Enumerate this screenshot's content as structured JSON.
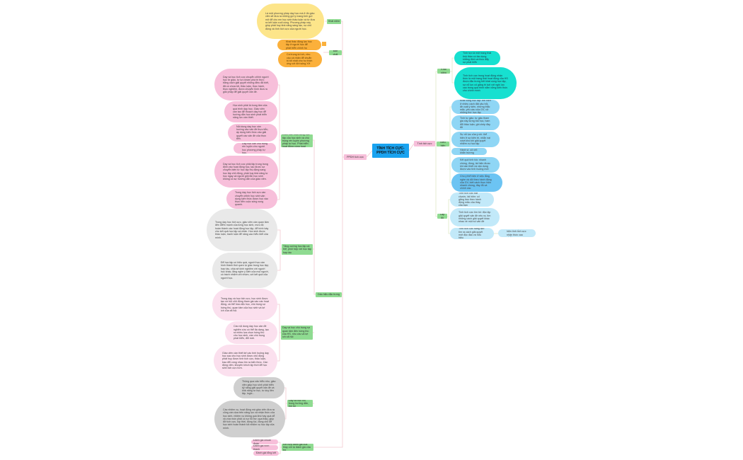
{
  "center": {
    "title": "TÍNH TÍCH CỰC-PPDH TÍCH CỰC",
    "color": "#1aa3f0"
  },
  "branches": {
    "left": "PPDH tích cực",
    "right": "Tính tích cực"
  },
  "left": {
    "khai_niem": {
      "label": "Khái niệm",
      "text": "Là một phương pháp dạy học mà ở đó giáo viên sẽ đưa ra những gợi ý mang tính gợi mở để cho em học sinh thảo luận và từ đưa ra kết luận cuối cùng. Phương pháp này giúp phát huy khả năng sáng tạo, sự chủ động và tính tích cực của người học."
    },
    "ban_chat": {
      "label": "Bản chất",
      "items": [
        "Khai thác động lực học tập ở người học để phát triển chính họ",
        "Coi trọng lợi ích, nhu cầu cá nhân để chuẩn bị tốt nhất cho họ thích ứng với đời sống XH"
      ]
    },
    "dau_hieu": {
      "label": "Dấu hiệu đặc trưng",
      "groups": [
        {
          "label": "Dạy và học thông qua tổ chức các hoạt động học tập của học sinh và chú trọng rèn luyện phương pháp tự học. Phát triển hoạt động cùng hoạt động",
          "items": [
            "Dạy và học tích cực chuyển chỉnh người học từ giáo, tự lực khám phá tri thức bằng cách giải quyết những điều đã biết, đã có chưa tốt, thảo luận, thực hành, thực nghiệm, được chuyển hình đưa ra giải pháp để giải quyết vấn đề.",
            "Học sinh phải là trung tâm của quá trình dạy học. Giáo viên cần tạo để thoạch dạy học để hướng dẫn học sinh phát triển năng lực cần thiết.",
            "Nội dung dạy học cần hướng vào vấn đề thực tiễn, áp dụng kiến thức vào giải quyết các vấn đề của thực tiễn.",
            "Dạy học cần chú trọng rèn luyện cho người học phương pháp tự học.",
            "Dạy và học tích cực phải tập trung trong định vào hoạt động học, tạo được sự chuyển biến từ học tập thụ động sang học tập chủ động, phát huy khả năng tự học ngay cả người giỏi lẫn học sinh không có sự hướng dẫn của giáo viên.",
            "Trong dạy học tích cực cần chuyển chỉnh học sinh vận dụng kiến thức được học vào thực tiễn cuộc sống xung quanh."
          ]
        },
        {
          "label": "Tăng cường học tập cá thể, phối hợp với học tập hợp tác",
          "items": [
            "Trong dạy học tích cực, giáo viên cần quan tâm đến điểm mạnh của từng học sinh, mức độ hoàn thành các hoạt động học tập, để trình bày cho kết quả học tập cá nhân. Học sinh được thảo luận, tranh luận để nâng cao hiểu biết của mình.",
            "Để học tập có hiệu quả, người học cần hình thành thói quen tự giác trong học tập; hợp tác, chia sẻ kinh nghiệm với người học khác, lắng nghe ý kiến của mọi người, có trách nhiệm với nhóm, với kết quả của người học."
          ]
        },
        {
          "label": "Dạy và học chú trọng sự quan tâm đến hứng thú của HS, nhu cầu và lợi ích xã hội",
          "items": [
            "Trong dạy và học tích cực, học sinh được tạo cơ hội chủ động tham gia vào các hoạt động, cá thể hóa việc học, chú trọng sự hứng thú, quan tâm của học sinh và lợi ích của xã hội.",
            "Các nội dung dạy học cần đề nghiên cứu có thể đa dạng, tạo ra nhiều lựa chọn hứng thú cho học sinh, cần chú trọng phát triển, đổi mới.",
            "Giáo viên cần thiết kế các tình huống dạy học sao cho học sinh được chủ động phát huy được tính tích cực, thảo luận, trao đổi cùng nhau tìm ra kiến thức. Cần động viên, khuyến khích kịp thời để học sinh tích cực hơn."
          ]
        },
        {
          "label": "Dạy và học coi trọng hướng dẫn, tìm tòi",
          "items": [
            "Thông qua cấu hiểu nhu, giáo viên giúp học sinh phát triển kỹ năng giải quyết vấn đề và khả năng tư học, tư duy liên tập, logic...",
            "Các nhiệm vụ, hoạt động mà giáo viên đưa ra cũng cần dựa trên năng lực và nhận thức của học sinh, nhiệm vụ không quá khó hay quá dễ và vừa mức phải có sự hỗ trợ; qua thảo, giúp đỡ tích cực, kịp thời, đúng lúc, đúng chỗ để học sinh hoàn thành tốt nhiệm vụ học tập của mình."
          ]
        },
        {
          "label": "Kết hợp đánh giá của thầy với tự đánh giá của trò",
          "items": [
            "Đánh giá chuẩn đoán",
            "Đánh giá hình thành",
            "Đánh giá tổng kết"
          ]
        }
      ]
    }
  },
  "right": {
    "khai_niem": {
      "label": "Khái niệm",
      "items": [
        "Tính tực là một trạng thái tinh thần có tác dụng khẳng định và thúc đẩy sự phát triển",
        "Tính tích cực trong hoạt động nhận thức là một trạng thái hoạt động của HS được đặc trưng bởi khát vọng học tập, sự nỗ lực cố gắng trí tuệ với nghị lực cao trong quá trình nắm vững kiến thức cho chính mình"
      ]
    },
    "bieu_hien": {
      "label": "Biểu hiện",
      "items": [
        "Khát vọng học tập: thể hiện ở nhiều cách đặt câu hỏi, đề xuất ý kiến, những thắc mắc, yêu cầu của GV, xử những thứ học tập",
        "Tính tự giác: tự giác tham gia xây dựng bài học, ham đổi thảo luận, ghi chép đầy đủ",
        "Sự nỗ lực của ý chí: thể hiện ở sự kiên trì, nhẫn nại vượt khó khi giải quyết nhiệm vụ học tập",
        "Hành vi, cử chỉ: khẩn trương",
        "Kết quả tính tốc: nhanh chóng, đúng, tái hiện được khi cần thiết và vận dụng được vào tình huống mới",
        "Chú ý thể hiện ở việc lắng nghe và dõi theo hành động của GV, biết cách thực hiện nhanh chóng, đầy đủ và chính xác"
      ]
    },
    "cap_do": {
      "label": "Cấp độ",
      "items": [
        "Tính tích cực bắt chước, tái hiện: cố gắng làm theo hành động mẫu của thầy, của bạn",
        "Tính tích cực tìm tòi: độc lập giải quyết vấn đề nêu ra, tìm những cách giải quyết khác nhau về một số vấn đề",
        "Tính tích cực sáng tạo: tìm ra cách giải quyết mới độc đáo và hữu hiệu"
      ],
      "note": "Là mức độ biểu hiện tính tích cực nhận thức cao nhất"
    }
  }
}
